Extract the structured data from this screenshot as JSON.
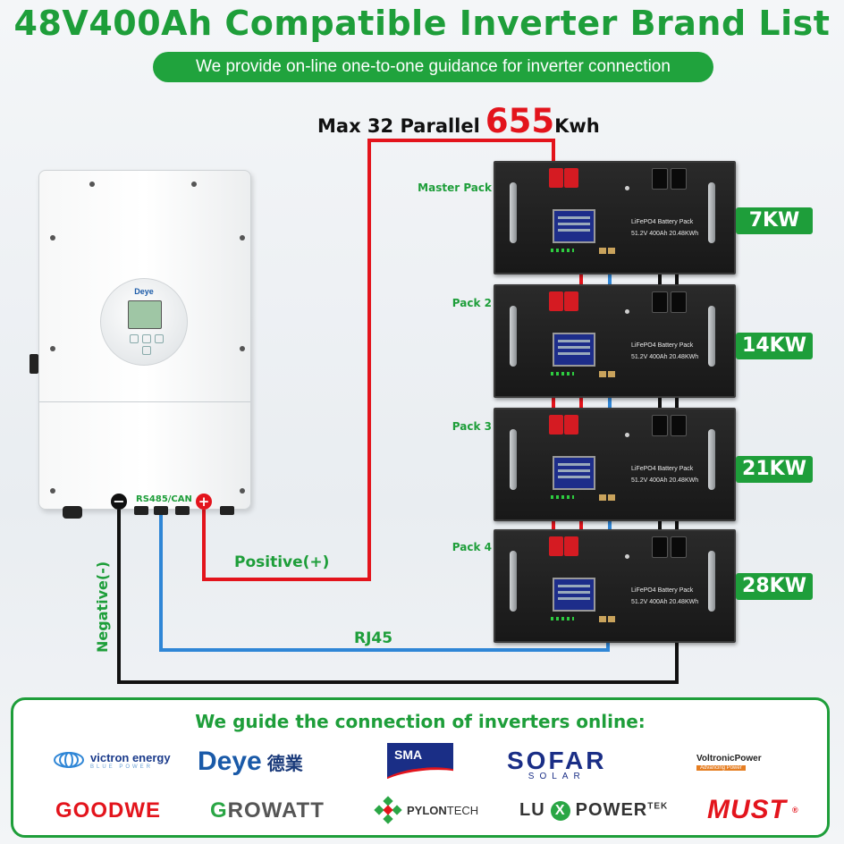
{
  "header": {
    "title": "48V400Ah Compatible Inverter Brand List",
    "subtitle": "We provide on-line one-to-one guidance for inverter connection"
  },
  "parallel": {
    "prefix": "Max 32 Parallel",
    "value": "655",
    "unit": "Kwh"
  },
  "inverter": {
    "brand": "Deye",
    "negative_symbol": "−",
    "positive_symbol": "+",
    "comm_port_label": "RS485/CAN"
  },
  "packs": [
    {
      "name": "Master Pack",
      "power": "7KW",
      "label_line1": "LiFePO4 Battery Pack",
      "label_line2": "51.2V 400Ah 20.48KWh"
    },
    {
      "name": "Pack 2",
      "power": "14KW",
      "label_line1": "LiFePO4 Battery Pack",
      "label_line2": "51.2V 400Ah 20.48KWh"
    },
    {
      "name": "Pack 3",
      "power": "21KW",
      "label_line1": "LiFePO4 Battery Pack",
      "label_line2": "51.2V 400Ah 20.48KWh"
    },
    {
      "name": "Pack 4",
      "power": "28KW",
      "label_line1": "LiFePO4 Battery Pack",
      "label_line2": "51.2V 400Ah 20.48KWh"
    }
  ],
  "wires": {
    "positive_label": "Positive(+)",
    "negative_label": "Negative(-)",
    "rj45_label": "RJ45",
    "positive_color": "#e3141c",
    "negative_color": "#111111",
    "comm_color": "#2f86d6"
  },
  "brands": {
    "heading": "We guide the connection of inverters online:",
    "victron": {
      "name": "victron energy",
      "tagline": "BLUE POWER"
    },
    "deye": {
      "name": "Deye",
      "cn": "德業"
    },
    "sma": {
      "name": "SMA"
    },
    "sofar": {
      "name": "SOFAR",
      "tagline": "SOLAR"
    },
    "voltronic": {
      "name": "VoltronicPower",
      "tagline": "Advancing Power"
    },
    "goodwe": {
      "name": "GOODWE"
    },
    "growatt": {
      "first": "G",
      "rest": "ROWATT"
    },
    "pylontech": {
      "first": "PYLON",
      "rest": "TECH"
    },
    "luxpower": {
      "first": "LU",
      "mid": "X",
      "rest": "POWER",
      "sup": "TEK"
    },
    "must": {
      "name": "MUST",
      "sup": "®"
    }
  },
  "colors": {
    "brand_green": "#1e9e3a",
    "accent_red": "#e3141c"
  }
}
